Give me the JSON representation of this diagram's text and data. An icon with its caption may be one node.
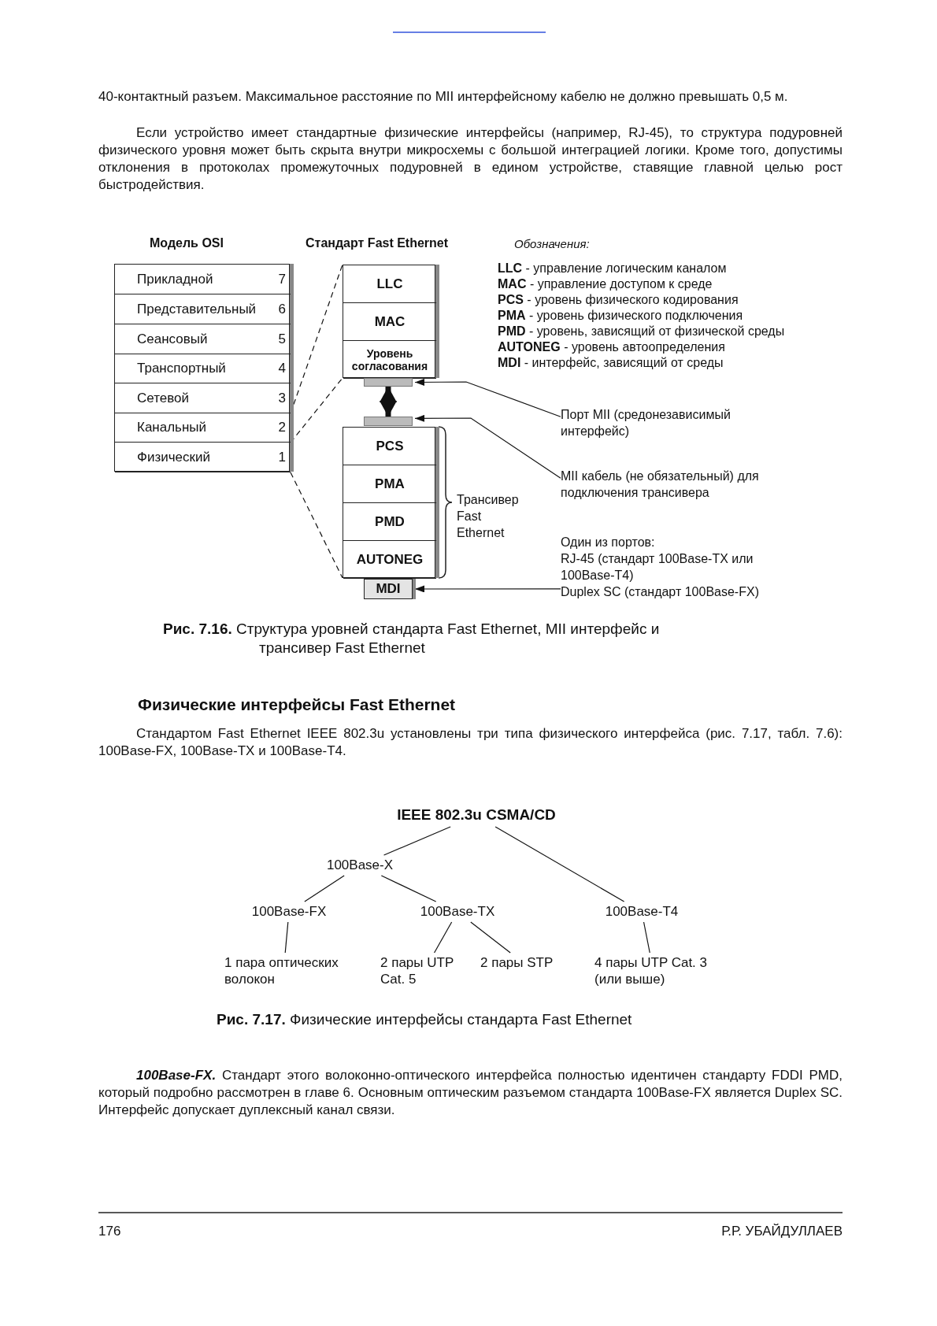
{
  "diagram": {
    "nodes": [
      {
        "text": [],
        "shape": "box"
      },
      {
        "text": [
          "Прикладной",
          "7"
        ],
        "in": 0
      },
      {
        "text": [
          "Представительный",
          "6"
        ],
        "in": 0
      },
      {
        "text": [
          "Сеансовый",
          "5"
        ],
        "in": 0
      },
      {
        "text": [
          "Транспортный",
          "4"
        ],
        "in": 0
      },
      {
        "text": [
          "Сетевой",
          "3"
        ],
        "in": 0
      },
      {
        "text": [
          "Канальный",
          "2"
        ],
        "in": 0
      },
      {
        "text": [
          "Физический",
          "1"
        ],
        "in": 0
      },
      {
        "text": [],
        "shape": "box"
      },
      {
        "text": [
          "LLC"
        ],
        "in": 8
      },
      {
        "text": [
          "MAC"
        ],
        "in": 8
      },
      {
        "text": [
          "Уровень согласования"
        ],
        "in": 8
      },
      {
        "text": [],
        "shape": "bar"
      },
      {
        "text": [],
        "shape": "bar"
      },
      {
        "text": [],
        "shape": "box"
      },
      {
        "text": [
          "PCS"
        ],
        "in": 14
      },
      {
        "text": [
          "PMA"
        ],
        "in": 14
      },
      {
        "text": [
          "PMD"
        ],
        "in": 14
      },
      {
        "text": [
          "AUTONEG"
        ],
        "in": 14
      },
      {
        "text": [
          "MDI"
        ]
      },
      {
        "text": [
          "Порт MII (средонезависимый интерфейс)"
        ]
      },
      {
        "text": [
          "MII кабель (не обязательный) для подключения трансивера"
        ]
      },
      {
        "text": [
          "Один из портов:",
          "RJ-45 (стандарт 100Base-TX или 100Base-T4)",
          "Duplex SC (стандарт 100Base-FX)"
        ]
      },
      {
        "text": [
          "IEEE 802.3u CSMA/CD"
        ]
      },
      {
        "text": [
          "100Base-X"
        ]
      },
      {
        "text": [
          "100Base-FX"
        ]
      },
      {
        "text": [
          "100Base-TX"
        ]
      },
      {
        "text": [
          "100Base-T4"
        ]
      },
      {
        "text": [
          "1 пара оптических волокон"
        ]
      },
      {
        "text": [
          "2 пары UTP Cat. 5"
        ]
      },
      {
        "text": [
          "2 пары STP"
        ]
      },
      {
        "text": [
          "4 пары UTP Cat. 3 (или выше)"
        ]
      }
    ],
    "edges": [
      {
        "from": 6,
        "to": 8,
        "arrow": "none",
        "style": "dashed"
      },
      {
        "from": 6,
        "to": 8,
        "arrow": "none",
        "style": "dashed"
      },
      {
        "from": 7,
        "to": 14,
        "arrow": "none",
        "style": "dashed"
      },
      {
        "from": 12,
        "to": 13,
        "arrow": "both",
        "style": "thick"
      },
      {
        "from": 20,
        "to": 12,
        "arrow": "to"
      },
      {
        "from": 21,
        "to": 13,
        "arrow": "to"
      },
      {
        "from": 22,
        "to": 19,
        "arrow": "to"
      },
      {
        "from": 23,
        "to": 24,
        "arrow": "none"
      },
      {
        "from": 23,
        "to": 27,
        "arrow": "none"
      },
      {
        "from": 24,
        "to": 25,
        "arrow": "none"
      },
      {
        "from": 24,
        "to": 26,
        "arrow": "none"
      },
      {
        "from": 25,
        "to": 28,
        "arrow": "none"
      },
      {
        "from": 26,
        "to": 29,
        "arrow": "none"
      },
      {
        "from": 26,
        "to": 30,
        "arrow": "none"
      },
      {
        "from": 27,
        "to": 31,
        "arrow": "none"
      }
    ],
    "labels": [
      "40-контактный разъем. Максимальное расстояние по MII интерфейсному кабелю не должно превышать 0,5 м.",
      "Если устройство имеет стандартные физические интерфейсы (например, RJ-45), то структура подуровней физического уровня может быть скрыта внутри микросхемы с большой интеграцией логики. Кроме того, допустимы отклонения в протоколах промежуточных подуровней в едином устройстве, ставящие главной целью рост быстродействия.",
      "Модель OSI",
      "Стандарт Fast Ethernet",
      "Обозначения:",
      "**LLC** - управление логическим каналом",
      "**MAC** - управление доступом к среде",
      "**PCS** - уровень физического кодирования",
      "**PMA** - уровень физического подключения",
      "**PMD** - уровень, зависящий от физической среды",
      "**AUTONEG** - уровень автоопределения",
      "**MDI** - интерфейс, зависящий от среды",
      "Трансивер Fast Ethernet",
      "**Рис. 7.16.** Структура уровней стандарта Fast Ethernet, MII интерфейс и трансивер Fast Ethernet",
      "Физические интерфейсы Fast Ethernet",
      "Стандартом Fast Ethernet IEEE 802.3u установлены три типа физического интерфейса (рис. 7.17, табл. 7.6): 100Base-FX, 100Base-TX и 100Base-T4.",
      "**Рис. 7.17.** Физические интерфейсы стандарта Fast Ethernet",
      "**100Base-FX.** Стандарт этого волоконно-оптического интерфейса полностью идентичен стандарту FDDI PMD, который подробно рассмотрен в главе 6. Основным оптическим разъемом стандарта 100Base-FX является Duplex SC. Интерфейс допускает дуплексный канал связи.",
      "176",
      "Р.Р. УБАЙДУЛЛАЕВ"
    ]
  }
}
